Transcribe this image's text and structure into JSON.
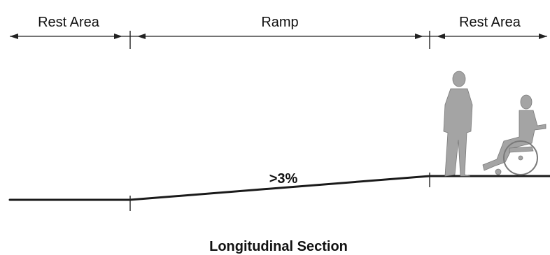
{
  "segments": {
    "left": "Rest Area",
    "middle": "Ramp",
    "right": "Rest Area"
  },
  "slope_label": ">3%",
  "caption": "Longitudinal Section",
  "icons": [
    "standing-person-icon",
    "wheelchair-user-icon"
  ]
}
